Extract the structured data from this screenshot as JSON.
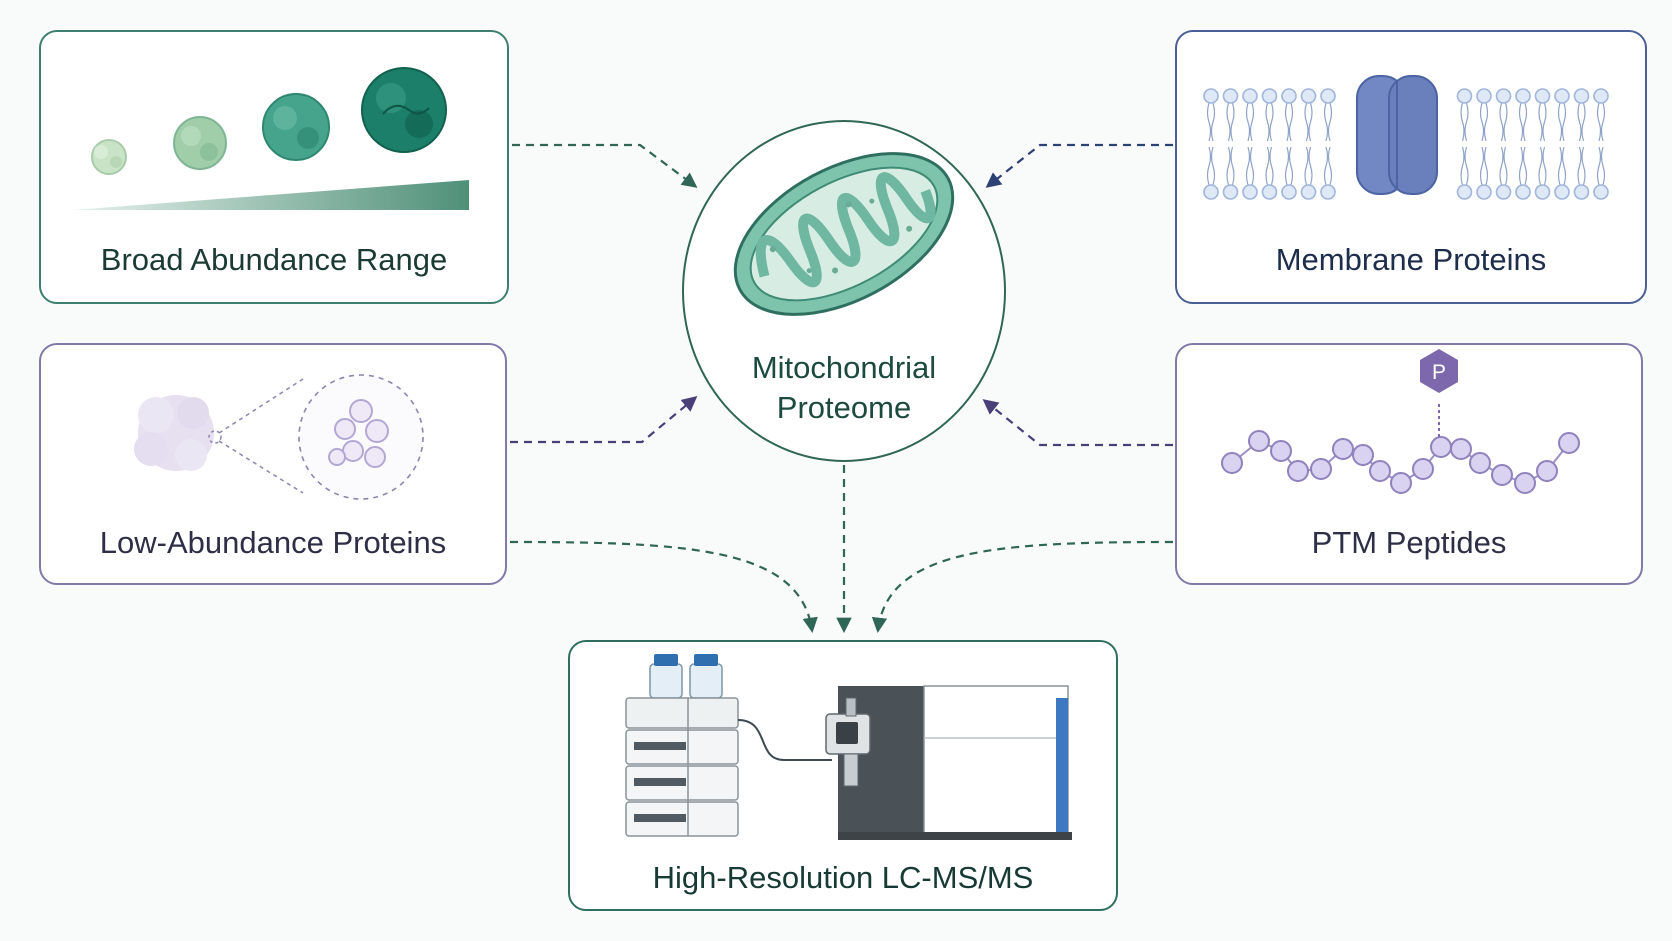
{
  "center": {
    "line1": "Mitochondrial",
    "line2": "Proteome"
  },
  "panels": {
    "broad_abundance": {
      "label": "Broad Abundance Range"
    },
    "membrane": {
      "label": "Membrane Proteins"
    },
    "low_abundance": {
      "label": "Low-Abundance Proteins"
    },
    "ptm": {
      "label": "PTM Peptides",
      "badge": "P"
    },
    "lcms": {
      "label": "High-Resolution LC-MS/MS"
    }
  },
  "colors": {
    "teal_dark": "#2f6656",
    "navy": "#2c4174",
    "purple": "#5d4f8f",
    "ptm_badge": "#7d68ad",
    "mito_fill": "#7ec4ad",
    "lipid": "#9fb5dc",
    "bead": "#cfc7ec"
  }
}
